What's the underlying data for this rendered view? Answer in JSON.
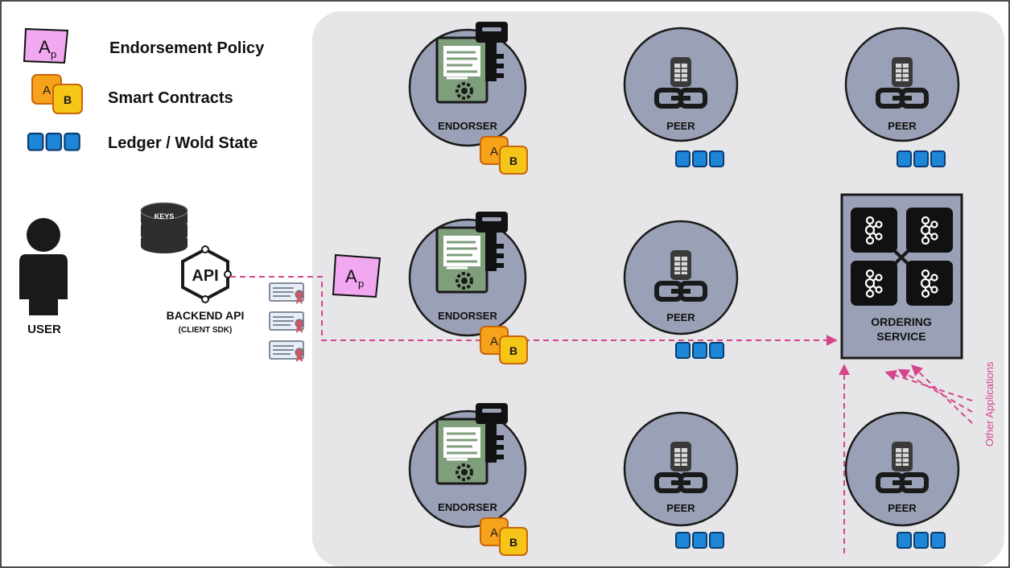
{
  "legend": {
    "endorsement_policy": "Endorsement Policy",
    "smart_contracts": "Smart Contracts",
    "ledger": "Ledger / Wold State"
  },
  "policy_icon": {
    "main": "A",
    "sub": "p"
  },
  "contract_icon": {
    "a": "A",
    "b": "B"
  },
  "client": {
    "user_label": "USER",
    "keys_label": "KEYS",
    "api_label": "API",
    "backend_label": "BACKEND API",
    "sdk_label": "(CLIENT SDK)"
  },
  "nodes": {
    "endorser_label": "ENDORSER",
    "peer_label": "PEER"
  },
  "ordering": {
    "line1": "ORDERING",
    "line2": "SERVICE"
  },
  "other_apps": "Other Applications",
  "colors": {
    "panel": "#e6e6e9",
    "node_fill": "#9aa0b6",
    "ledger_blue": "#1d86d6",
    "contract_orange": "#f6a21a",
    "contract_yellow": "#f5c518",
    "policy_pink": "#f1a8f0",
    "flow_pink": "#d6458c",
    "document_green": "#7f9e7c"
  },
  "icons": [
    "user-icon",
    "database-keys-icon",
    "api-hexagon-icon",
    "certificate-icon",
    "document-key-gear-icon",
    "server-chain-icon",
    "kafka-cluster-icon"
  ]
}
